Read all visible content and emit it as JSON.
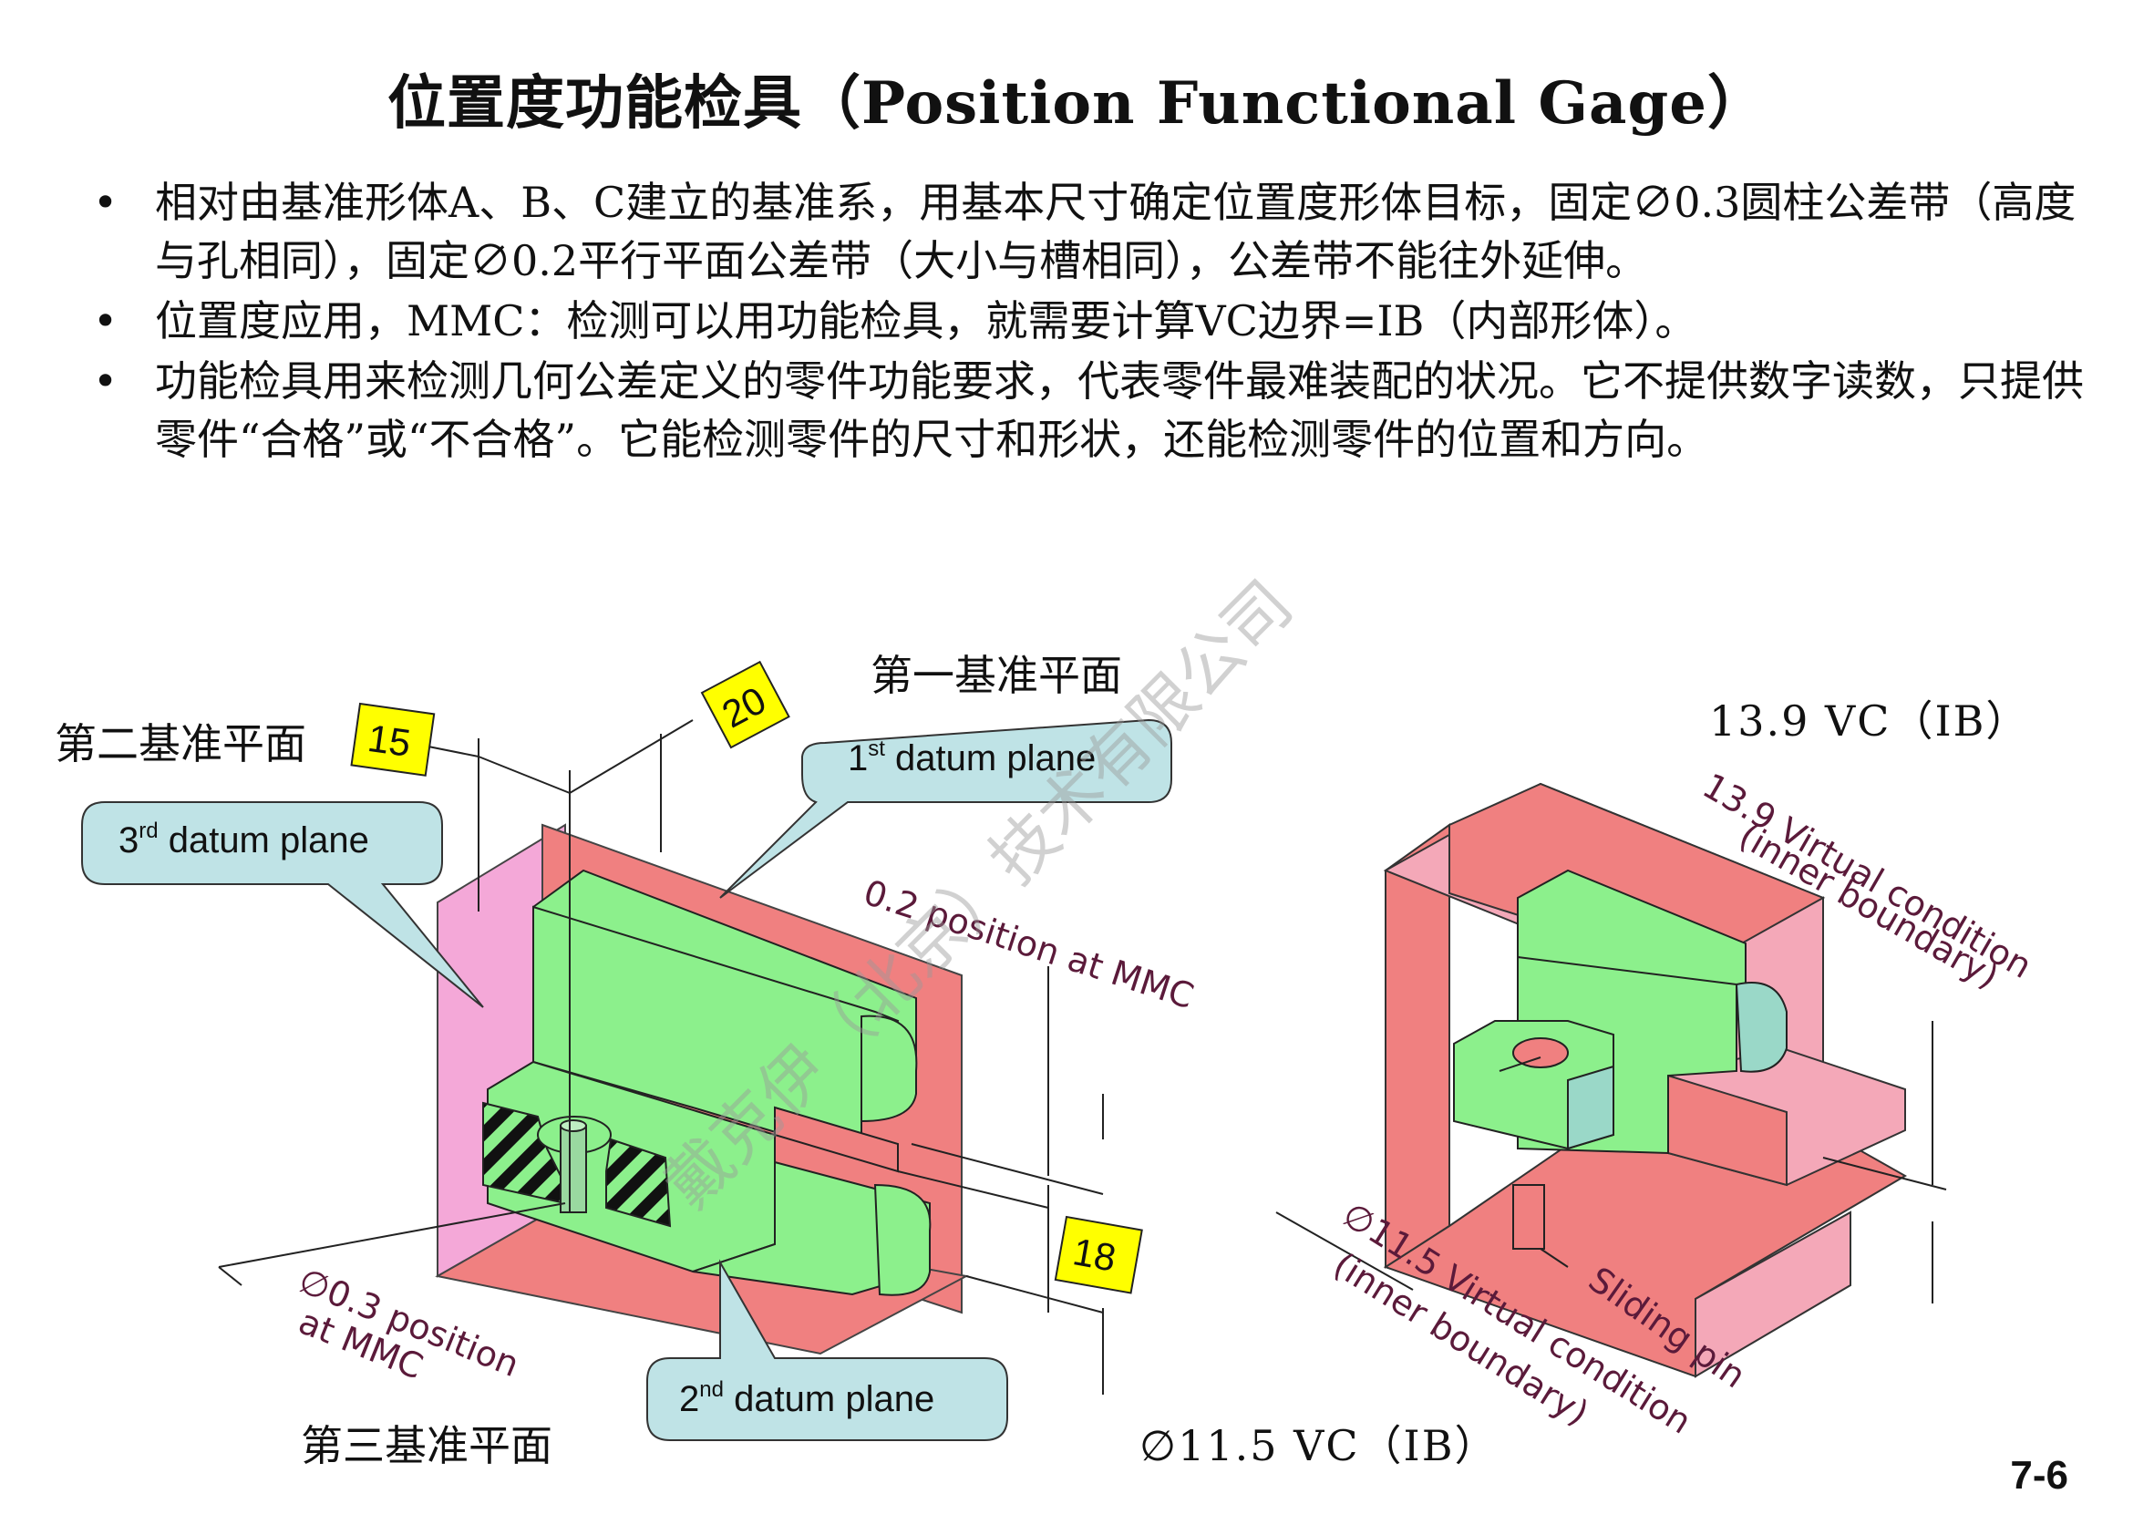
{
  "title": "位置度功能检具（Position Functional Gage）",
  "bullets": [
    "相对由基准形体A、B、C建立的基准系，用基本尺寸确定位置度形体目标，固定∅0.3圆柱公差带（高度与孔相同），固定∅0.2平行平面公差带（大小与槽相同），公差带不能往外延伸。",
    "位置度应用，MMC：检测可以用功能检具，就需要计算VC边界=IB（内部形体）。",
    "功能检具用来检测几何公差定义的零件功能要求，代表零件最难装配的状况。它不提供数字读数，只提供零件“合格”或“不合格”。它能检测零件的尺寸和形状，还能检测零件的位置和方向。"
  ],
  "labels": {
    "first_plane_cn": "第一基准平面",
    "second_plane_cn": "第二基准平面",
    "third_plane_cn": "第三基准平面",
    "vc_top": "13.9 VC（IB）",
    "vc_bottom": "∅11.5 VC（IB）",
    "page_number": "7-6"
  },
  "callouts": {
    "first": {
      "sup": "st",
      "num": "1",
      "text": " datum plane"
    },
    "second": {
      "sup": "nd",
      "num": "2",
      "text": " datum plane"
    },
    "third": {
      "sup": "rd",
      "num": "3",
      "text": " datum plane"
    }
  },
  "dimensions": {
    "d15": "15",
    "d20": "20",
    "d18": "18",
    "pos02": "0.2 position at MMC",
    "pos03_line1": "∅0.3 position",
    "pos03_line2": "at MMC",
    "vc139_line1": "13.9 Virtual condition",
    "vc139_line2": "(inner boundary)",
    "vc115_line1": "∅11.5 Virtual condition",
    "vc115_line2": "(inner boundary)",
    "sliding_pin": "Sliding pin"
  },
  "watermark": "戴克伊（北京）技术有限公司",
  "colors": {
    "red_plane": "#f08080",
    "pink_plane": "#f4a8d8",
    "green_part": "#8cf08c",
    "callout_fill": "#bfe3e6",
    "yellow_box": "#ffff00",
    "dim_text": "#5b1a3a"
  }
}
